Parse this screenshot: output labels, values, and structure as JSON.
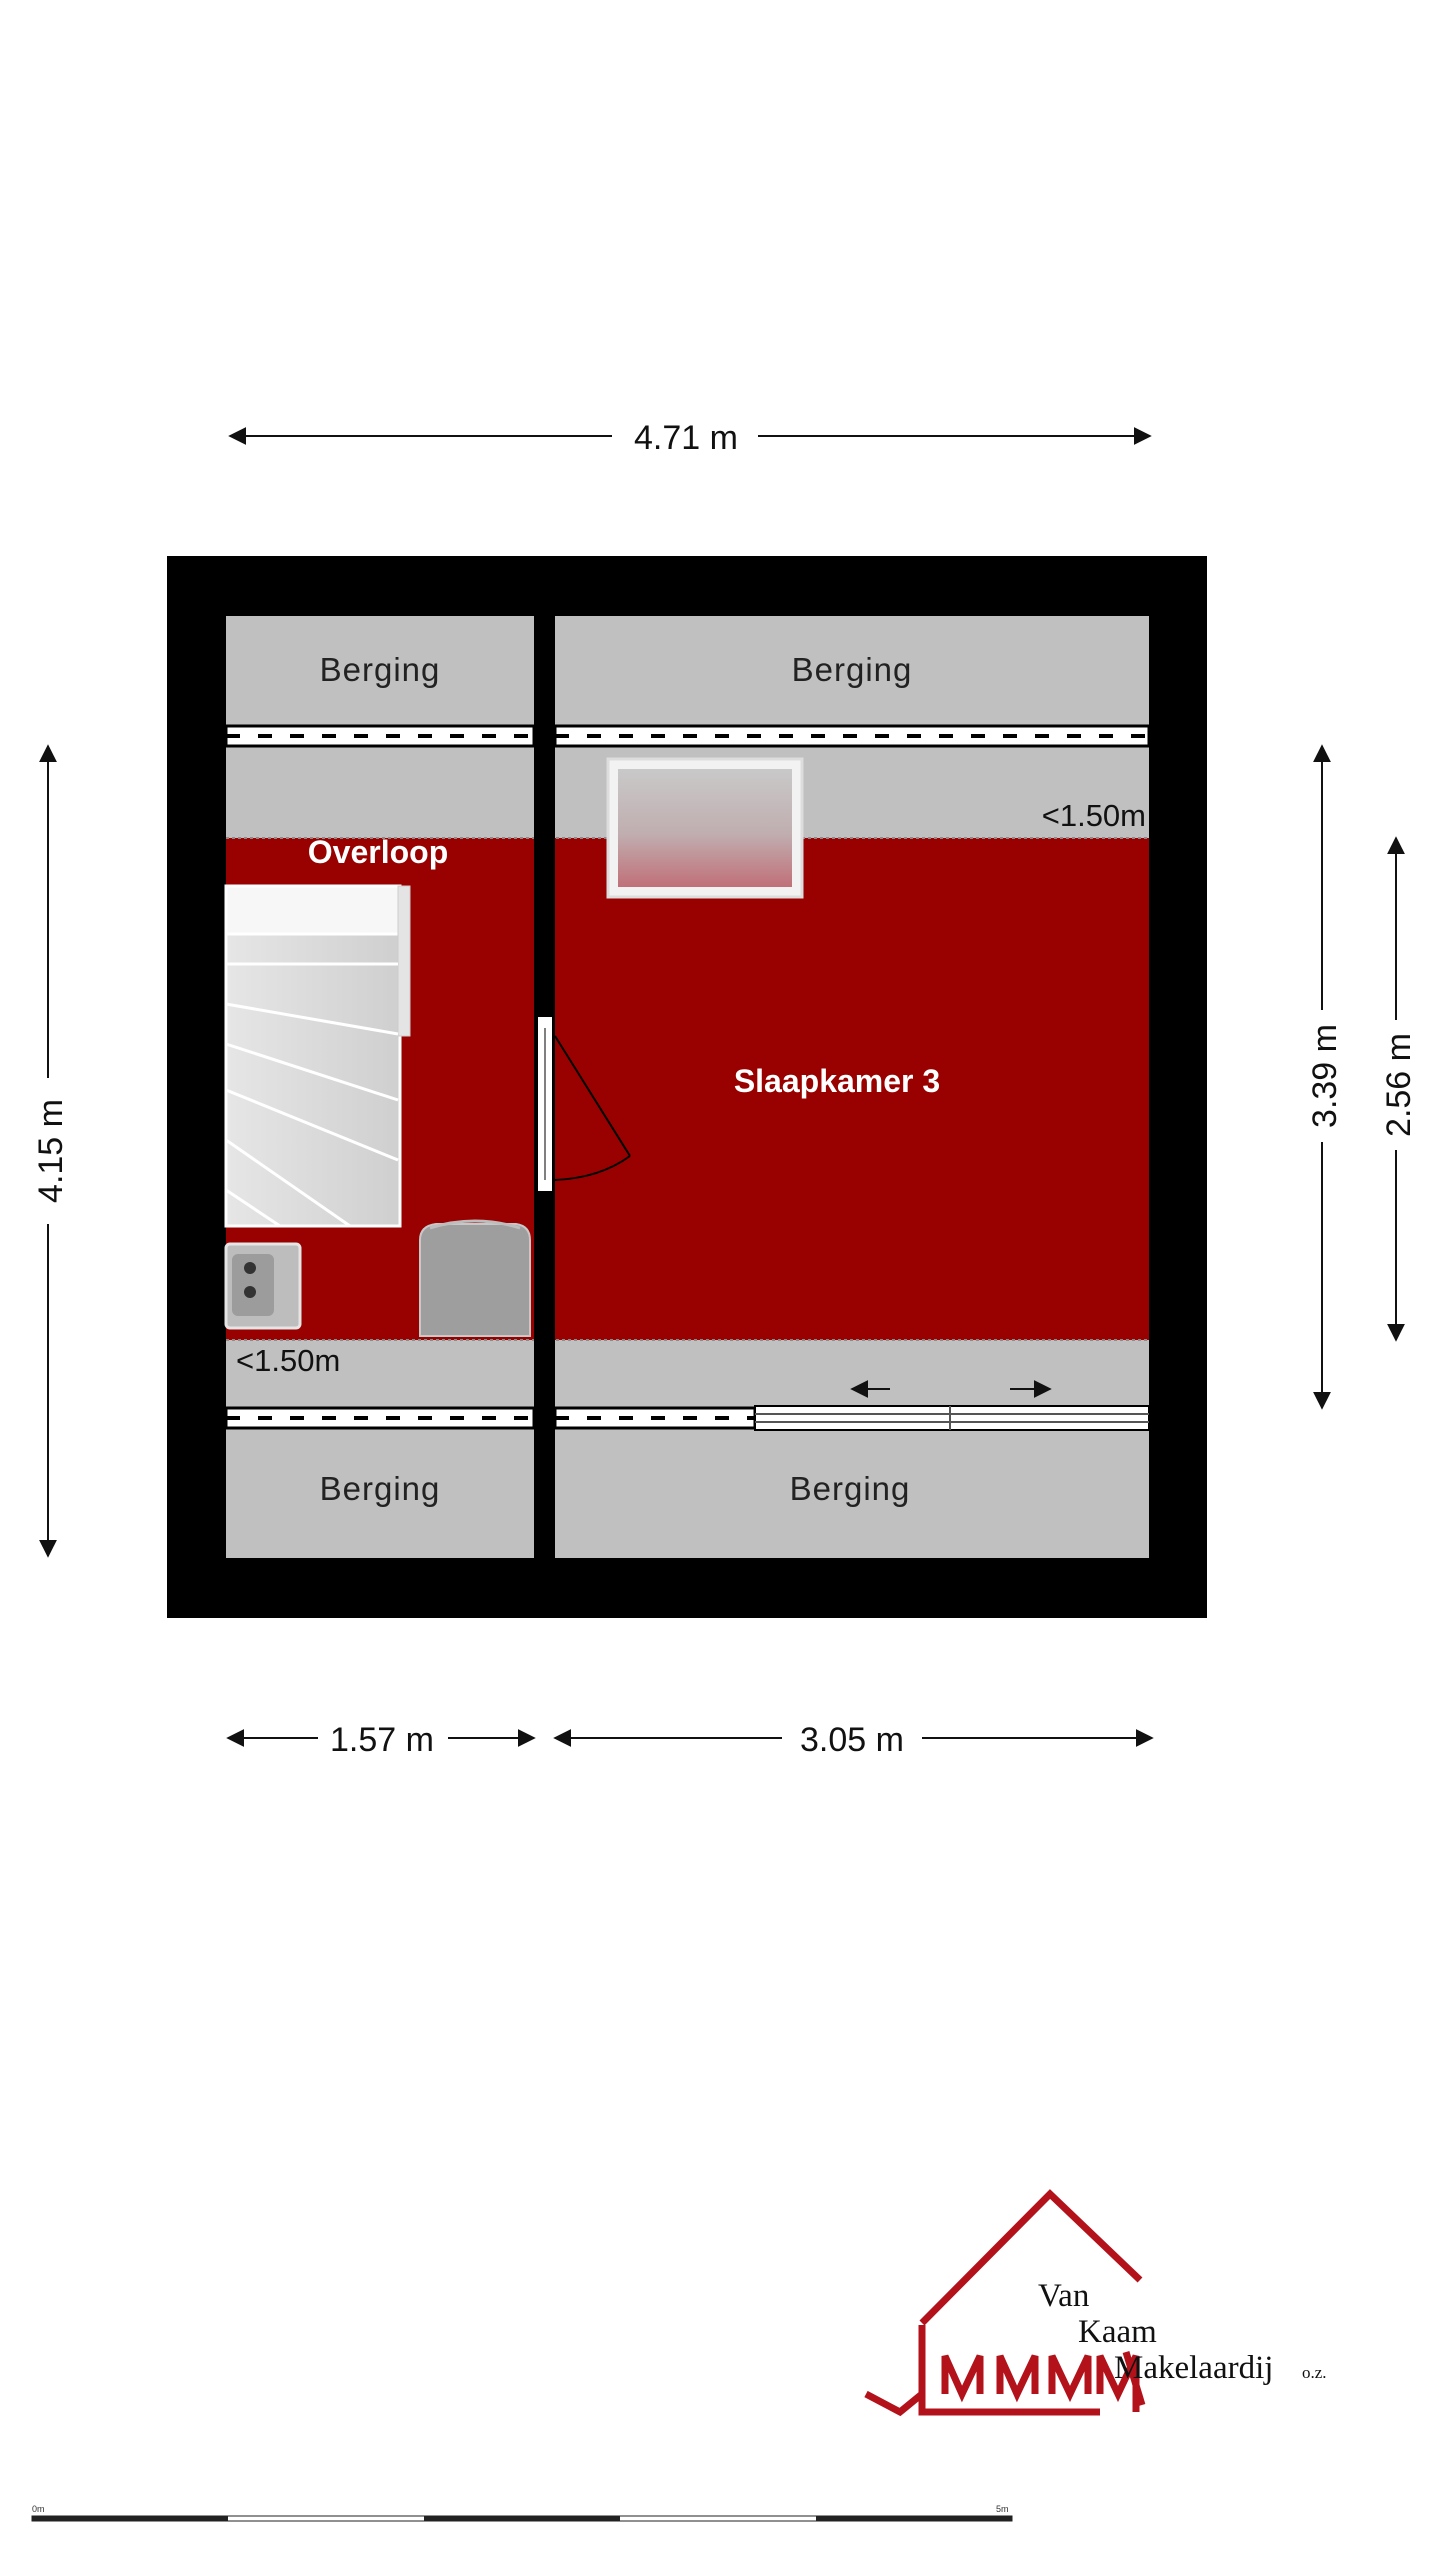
{
  "dimensions": {
    "top_width": "4.71 m",
    "left_height": "4.15 m",
    "right_height_outer": "3.39 m",
    "right_height_inner": "2.56 m",
    "bottom_left": "1.57 m",
    "bottom_right": "3.05 m"
  },
  "rooms": {
    "berging_top_left": "Berging",
    "berging_top_right": "Berging",
    "berging_bottom_left": "Berging",
    "berging_bottom_right": "Berging",
    "overloop": "Overloop",
    "slaapkamer": "Slaapkamer 3"
  },
  "notes": {
    "height_limit_right": "<1.50m",
    "height_limit_left": "<1.50m"
  },
  "logo": {
    "line1": "Van",
    "line2": "Kaam",
    "line3": "Makelaardij",
    "suffix": "o.z."
  },
  "scale_bar": {
    "start": "0m",
    "end": "5m"
  },
  "colors": {
    "wall": "#000000",
    "room_red": "#990000",
    "storage_gray": "#c0c0c0",
    "logo_red": "#b3121b"
  }
}
